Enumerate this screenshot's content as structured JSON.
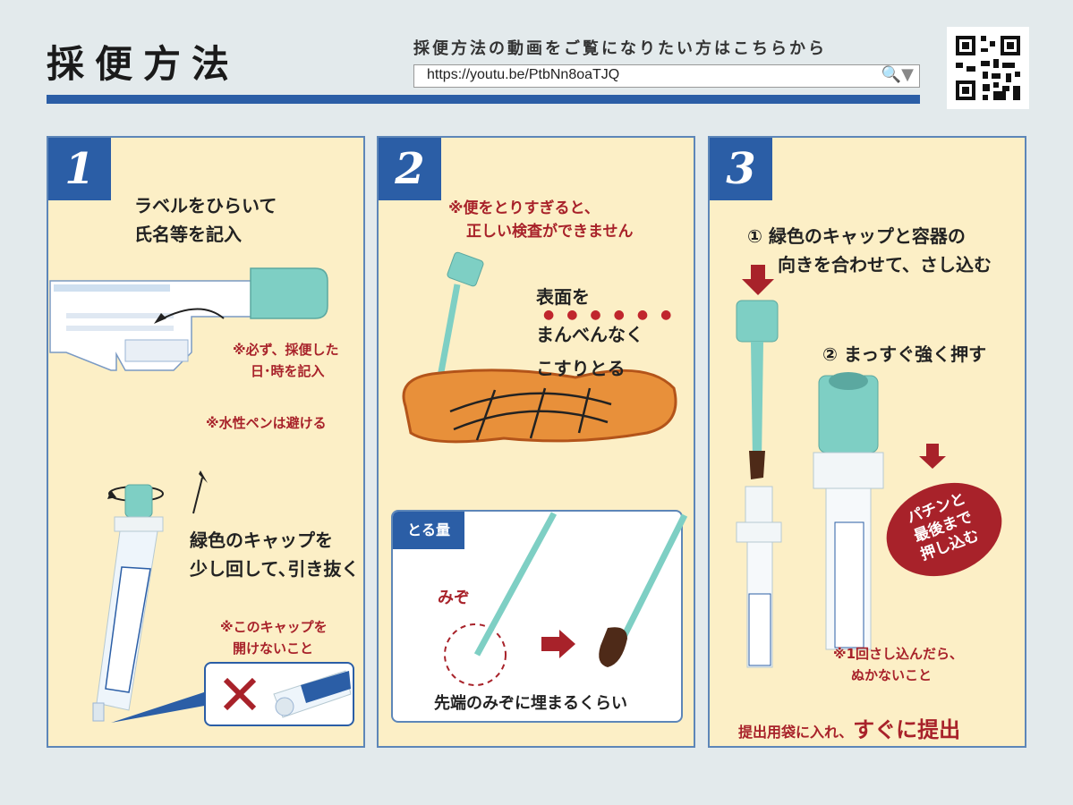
{
  "header": {
    "title": "採便方法",
    "video_text": "採便方法の動画をご覧になりたい方はこちらから",
    "url": "https://youtu.be/PtbNn8oaTJQ",
    "url_icons": "search-dropdown-icon"
  },
  "panels": [
    {
      "number": "1",
      "label_line1": "ラベルをひらいて",
      "label_line2": "氏名等を記入",
      "note1_line1": "※必ず、採便した",
      "note1_line2": "日･時を記入",
      "note2": "※水性ペンは避ける",
      "cap_line1": "緑色のキャップを",
      "cap_line2": "少し回して､引き抜く",
      "warn_line1": "※このキャップを",
      "warn_line2": "開けないこと"
    },
    {
      "number": "2",
      "warn_line1": "※便をとりすぎると、",
      "warn_line2": "正しい検査ができません",
      "inst_line1": "表面を",
      "inst_line2": "まんべんなく",
      "inst_line3": "こすりとる",
      "inset_tag": "とる量",
      "miso": "みぞ",
      "inset_caption": "先端のみぞに埋まるくらい"
    },
    {
      "number": "3",
      "step1_line1": "① 緑色のキャップと容器の",
      "step1_line2": "向きを合わせて、さし込む",
      "step2": "② まっすぐ強く押す",
      "badge_line1": "パチンと",
      "badge_line2": "最後まで",
      "badge_line3": "押し込む",
      "note_line1": "※1回さし込んだら、",
      "note_line2": "ぬかないこと",
      "submit_small": "提出用袋に入れ、",
      "submit_big": "すぐに提出"
    }
  ],
  "colors": {
    "blue": "#2b5ea6",
    "red": "#a8222a",
    "panel": "#fcefc6",
    "teal": "#7ecfc4",
    "background": "#e3eaec"
  }
}
